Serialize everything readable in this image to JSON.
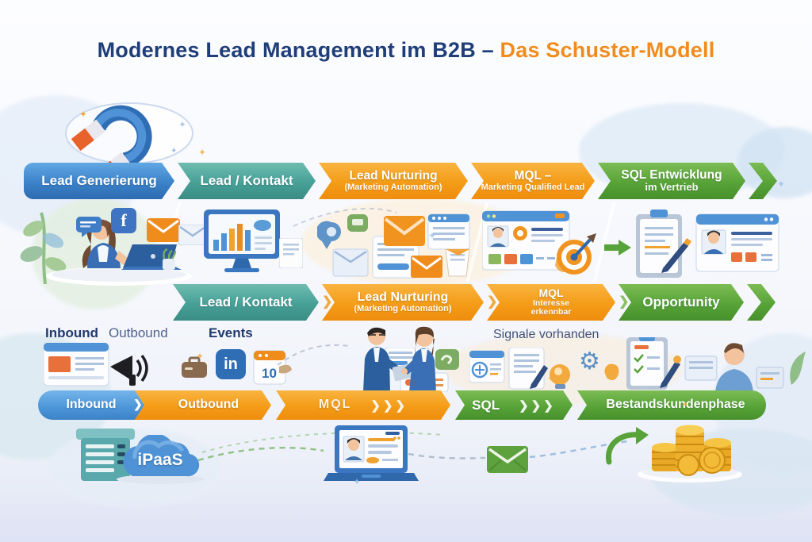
{
  "title": {
    "main": "Modernes Lead Management im B2B –",
    "accent": "Das Schuster-Modell"
  },
  "funnel_rows": {
    "row1": [
      {
        "label": "Lead Generierung",
        "sub": ""
      },
      {
        "label": "Lead / Kontakt",
        "sub": ""
      },
      {
        "label": "Lead Nurturing",
        "sub": "(Marketing Automation)"
      },
      {
        "label": "MQL –",
        "sub": "Marketing Qualified Lead"
      },
      {
        "label": "SQL Entwicklung",
        "sub": "im Vertrieb"
      }
    ],
    "row2": [
      {
        "label": "Lead / Kontakt",
        "sub": ""
      },
      {
        "label": "Lead Nurturing",
        "sub": "(Marketing Automation)"
      },
      {
        "label": "MQL",
        "sub": "Interesse",
        "sub2": "erkennbar"
      },
      {
        "label": "Opportunity",
        "sub": ""
      }
    ],
    "row3": [
      {
        "label": "Inbound"
      },
      {
        "label": "Outbound"
      },
      {
        "label": "MQL",
        "arrows": "❯❯❯"
      },
      {
        "label": "SQL",
        "arrows": "❯❯❯"
      },
      {
        "label": "Bestandskundenphase"
      }
    ]
  },
  "annotations": {
    "inbound": "Inbound",
    "outbound": "Outbound",
    "events": "Events",
    "signals": "Signale vorhanden",
    "ipaas": "iPaaS",
    "calendar_day": "10",
    "linkedin_glyph": "in",
    "facebook_glyph": "f"
  },
  "colors": {
    "title_navy": "#1f3d78",
    "title_orange": "#f08c1d",
    "banner_blue": "#3b82c9",
    "banner_teal": "#47a096",
    "banner_orange": "#f49c17",
    "banner_green": "#58a338",
    "background": "#f5f7fc"
  }
}
